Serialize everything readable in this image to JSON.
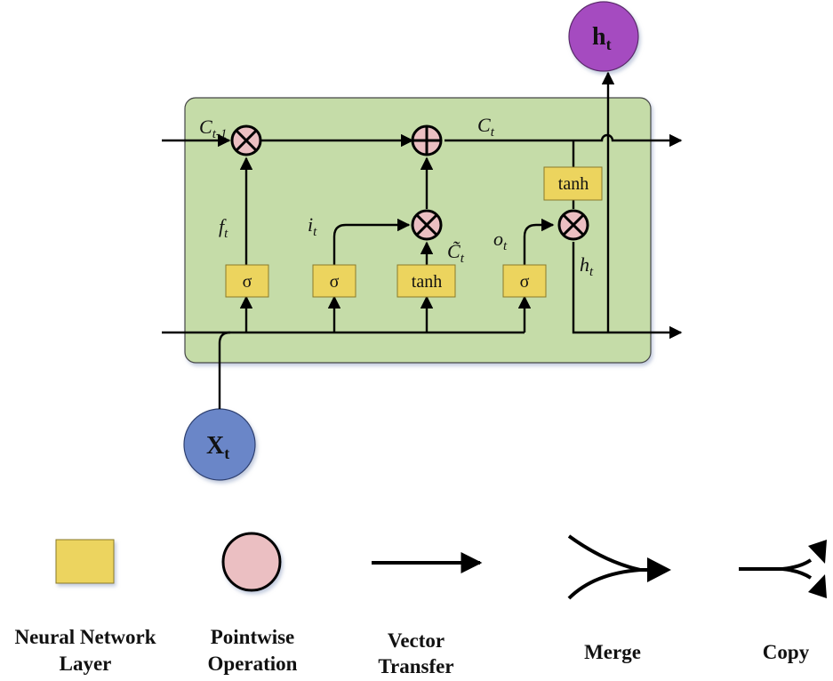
{
  "title": "LSTM cell diagram",
  "colors": {
    "cell_background": "#c5dca8",
    "cell_border": "#444444",
    "layer_fill": "#ecd45e",
    "layer_border": "#8a7a2a",
    "pointwise_fill": "#ebbfc2",
    "input_node_fill": "#6a86c8",
    "output_node_fill": "#a54bc0",
    "line": "#000000"
  },
  "cell": {
    "labels": {
      "c_prev": {
        "main": "C",
        "sub": "t-1"
      },
      "c_t": {
        "main": "C",
        "sub": "t"
      },
      "f_t": {
        "main": "f",
        "sub": "t"
      },
      "i_t": {
        "main": "i",
        "sub": "t"
      },
      "c_tilde": {
        "main": "C̃",
        "sub": "t"
      },
      "o_t": {
        "main": "o",
        "sub": "t"
      },
      "h_t": {
        "main": "h",
        "sub": "t"
      }
    },
    "layers": [
      {
        "id": "forget-gate",
        "label": "σ"
      },
      {
        "id": "input-gate",
        "label": "σ"
      },
      {
        "id": "candidate",
        "label": "tanh"
      },
      {
        "id": "output-gate",
        "label": "σ"
      },
      {
        "id": "cell-tanh",
        "label": "tanh"
      }
    ],
    "pointwise_ops": [
      {
        "id": "forget-multiply",
        "op": "multiply"
      },
      {
        "id": "cell-add",
        "op": "add"
      },
      {
        "id": "input-multiply",
        "op": "multiply"
      },
      {
        "id": "output-multiply",
        "op": "multiply"
      }
    ]
  },
  "nodes": {
    "input": {
      "main": "X",
      "sub": "t"
    },
    "output": {
      "main": "h",
      "sub": "t"
    }
  },
  "legend": [
    {
      "id": "neural-network-layer",
      "line1": "Neural Network",
      "line2": "Layer"
    },
    {
      "id": "pointwise-operation",
      "line1": "Pointwise",
      "line2": "Operation"
    },
    {
      "id": "vector-transfer",
      "line1": "Vector",
      "line2": "Transfer"
    },
    {
      "id": "merge",
      "line1": "Merge",
      "line2": ""
    },
    {
      "id": "copy",
      "line1": "Copy",
      "line2": ""
    }
  ]
}
